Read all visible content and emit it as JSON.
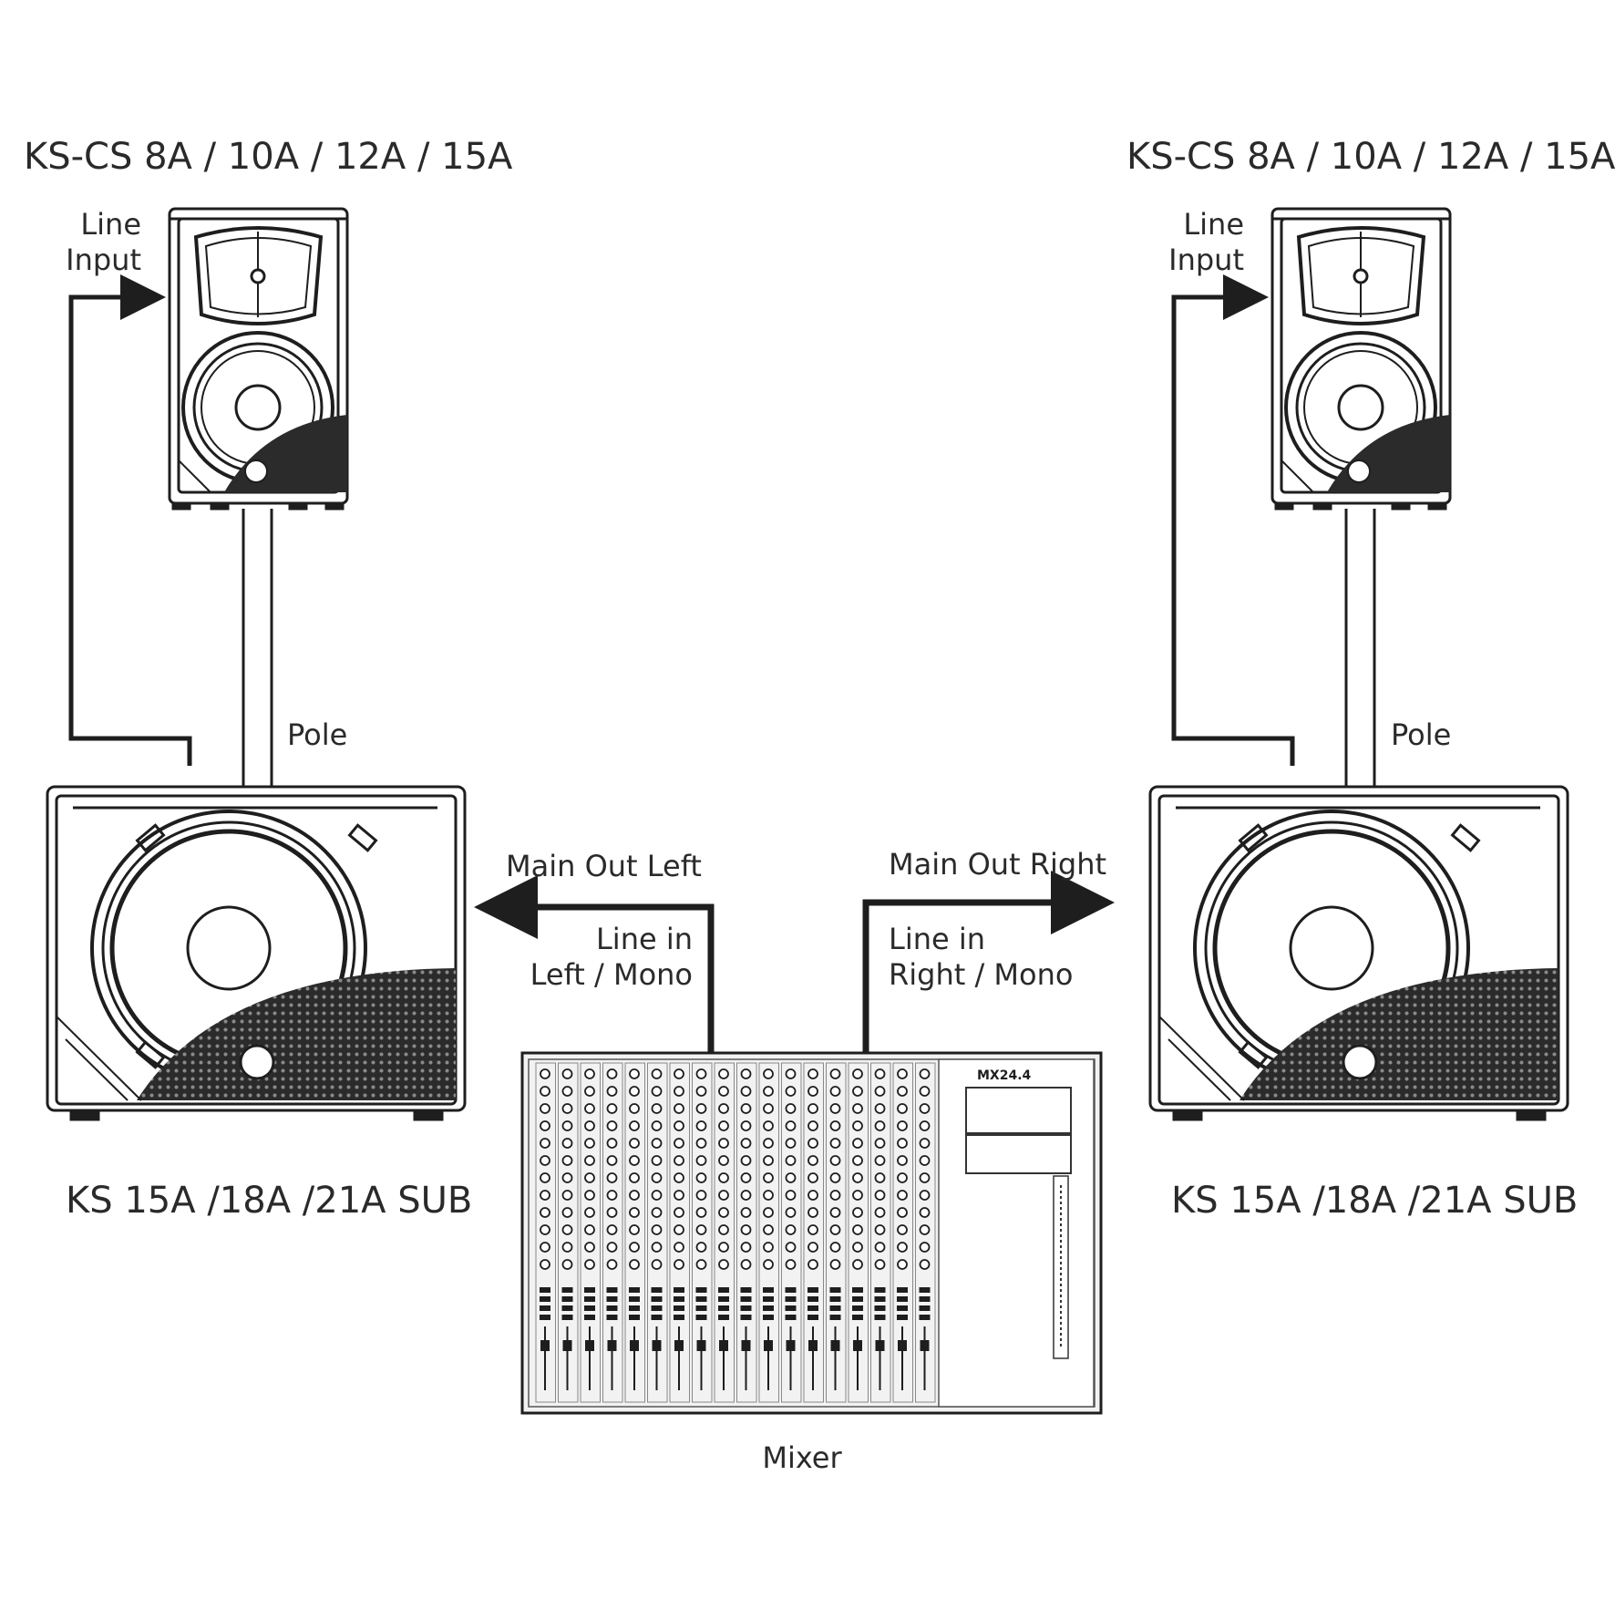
{
  "left_side": {
    "top_speaker_model": "KS-CS 8A / 10A / 12A / 15A",
    "input_label_line1": "Line",
    "input_label_line2": "Input",
    "pole_label": "Pole",
    "sub_model": "KS 15A /18A /21A SUB",
    "main_out_label": "Main Out Left",
    "line_in_line1": "Line in",
    "line_in_line2": "Left / Mono"
  },
  "right_side": {
    "top_speaker_model": "KS-CS 8A / 10A / 12A / 15A",
    "input_label_line1": "Line",
    "input_label_line2": "Input",
    "pole_label": "Pole",
    "sub_model": "KS 15A /18A /21A SUB",
    "main_out_label": "Main Out Right",
    "line_in_line1": "Line in",
    "line_in_line2": "Right / Mono"
  },
  "mixer": {
    "label": "Mixer",
    "model_text": "MX24.4"
  },
  "colors": {
    "line": "#1e1e1e",
    "grille": "#2b2b2b",
    "panel": "#f2f2f2"
  }
}
